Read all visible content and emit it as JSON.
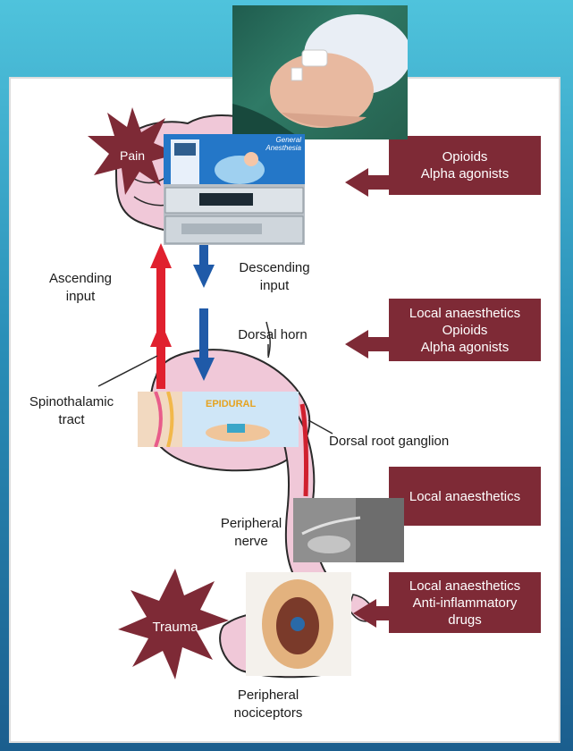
{
  "labels": {
    "pain": "Pain",
    "trauma": "Trauma",
    "ascending": [
      "Ascending",
      "input"
    ],
    "descending": [
      "Descending",
      "input"
    ],
    "dorsal_horn": "Dorsal horn",
    "spinothalamic": [
      "Spinothalamic",
      "tract"
    ],
    "dorsal_root_ganglion": "Dorsal root ganglion",
    "peripheral_nerve": [
      "Peripheral",
      "nerve"
    ],
    "peripheral_nociceptors": [
      "Peripheral",
      "nociceptors"
    ]
  },
  "drug_boxes": [
    {
      "lines": [
        "Opioids",
        "Alpha agonists"
      ]
    },
    {
      "lines": [
        "Local anaesthetics",
        "Opioids",
        "Alpha agonists"
      ]
    },
    {
      "lines": [
        "Local anaesthetics"
      ]
    },
    {
      "lines": [
        "Local anaesthetics",
        "Anti-inflammatory",
        "drugs"
      ]
    }
  ],
  "photos": {
    "anesthesia_sign": [
      "General",
      "Anesthesia"
    ],
    "epidural_sign": "EPIDURAL"
  },
  "colors": {
    "drug_box": "#7e2a36",
    "star": "#7e2a36",
    "brain": "#f0c8d8",
    "ascending_arrow": "#e0202e",
    "descending_arrow": "#1f5aa8"
  }
}
